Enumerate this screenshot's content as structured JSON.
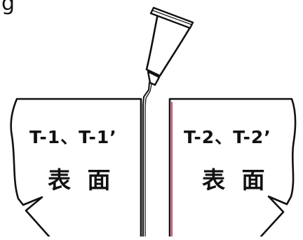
{
  "corner_mark": "g",
  "left_panel": {
    "code": "T-1、T-1’",
    "face": "表 面"
  },
  "right_panel": {
    "code": "T-2、T-2’",
    "face": "表 面"
  },
  "colors": {
    "stroke": "#111111",
    "background": "#ffffff",
    "edge_accent": "#c0143c"
  },
  "icons": [
    "glue-tube-icon"
  ]
}
